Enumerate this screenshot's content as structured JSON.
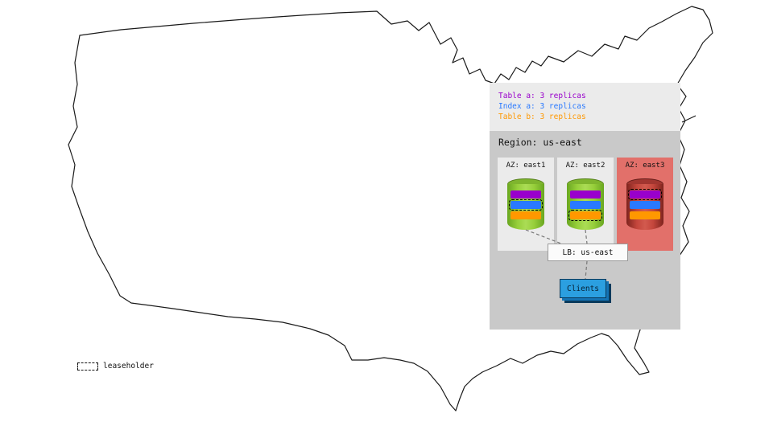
{
  "replica_legend": {
    "items": [
      {
        "label": "Table a: 3 replicas",
        "color": "#9900cc"
      },
      {
        "label": "Index a: 3 replicas",
        "color": "#2979ff"
      },
      {
        "label": "Table b: 3 replicas",
        "color": "#ff9800"
      }
    ]
  },
  "region": {
    "label": "Region: us-east",
    "azs": [
      {
        "label": "AZ: east1",
        "variant": "normal",
        "replicas": [
          {
            "name": "Table a",
            "color": "#9900cc",
            "leaseholder": false
          },
          {
            "name": "Index a",
            "color": "#2979ff",
            "leaseholder": true
          },
          {
            "name": "Table b",
            "color": "#ff9800",
            "leaseholder": false
          }
        ]
      },
      {
        "label": "AZ: east2",
        "variant": "normal",
        "replicas": [
          {
            "name": "Table a",
            "color": "#9900cc",
            "leaseholder": false
          },
          {
            "name": "Index a",
            "color": "#2979ff",
            "leaseholder": false
          },
          {
            "name": "Table b",
            "color": "#ff9800",
            "leaseholder": true
          }
        ]
      },
      {
        "label": "AZ: east3",
        "variant": "red",
        "replicas": [
          {
            "name": "Table a",
            "color": "#9900cc",
            "leaseholder": true
          },
          {
            "name": "Index a",
            "color": "#2979ff",
            "leaseholder": false
          },
          {
            "name": "Table b",
            "color": "#ff9800",
            "leaseholder": false
          }
        ]
      }
    ]
  },
  "load_balancer": {
    "label": "LB: us-east"
  },
  "clients": {
    "label": "Clients"
  },
  "map_key": {
    "label": "leaseholder"
  },
  "colors": {
    "table_a": "#9900cc",
    "index_a": "#2979ff",
    "table_b": "#ff9800",
    "legend_panel_bg": "#ebebeb",
    "region_bg": "#c9c9c9",
    "az_bg": "#ebebeb",
    "az_red_bg": "#e2706a",
    "db_green": "#8dc63f",
    "db_red": "#c4463c",
    "clients_blue": "#2b9fe0"
  }
}
